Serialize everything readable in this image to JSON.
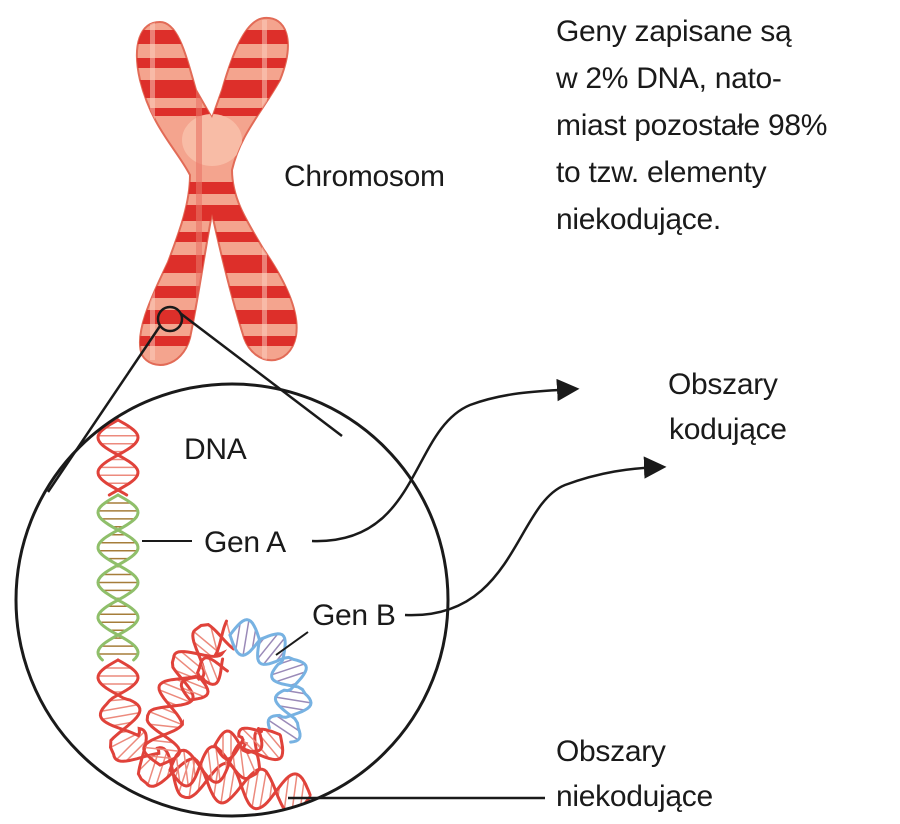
{
  "labels": {
    "chromosome": "Chromosom",
    "dna": "DNA",
    "gene_a": "Gen A",
    "gene_b": "Gen B",
    "coding_line1": "Obszary",
    "coding_line2": "kodujące",
    "noncoding_line1": "Obszary",
    "noncoding_line2": "niekodujące"
  },
  "note_lines": [
    "Geny zapisane są",
    "w 2% DNA, nato-",
    "miast pozostałe 98%",
    "to tzw. elementy",
    "niekodujące."
  ],
  "colors": {
    "chromosome_fill": "#f4a48e",
    "chromosome_band": "#dd2f2a",
    "chromosome_center": "#f8bca6",
    "dna_red": "#e0423a",
    "dna_red_rungs": "#ec8a7d",
    "gene_a_strand": "#8fbf6a",
    "gene_a_rungs": "#a57d3a",
    "gene_b_strand": "#77b2e2",
    "gene_b_rungs": "#9a8ab8",
    "line": "#1a1a1a"
  }
}
